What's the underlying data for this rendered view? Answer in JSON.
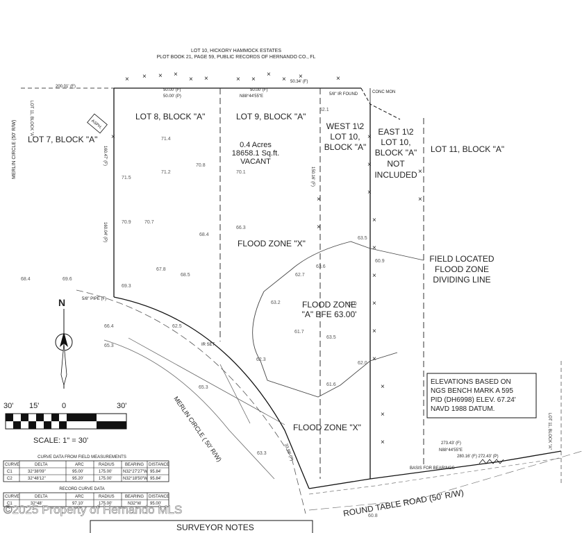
{
  "header": {
    "line1": "LOT 10, HICKORY HAMMOCK ESTATES",
    "line2": "PLOT BOOK 21, PAGE 59, PUBLIC RECORDS OF HERNANDO CO., FL"
  },
  "lots": {
    "lot7": "LOT 7, BLOCK \"A\"",
    "lot8": "LOT 8, BLOCK \"A\"",
    "lot9": "LOT 9, BLOCK \"A\"",
    "lot10_west": [
      "WEST 1\\2",
      "LOT 10,",
      "BLOCK \"A\""
    ],
    "lot10_east": [
      "EAST 1\\2",
      "LOT 10,",
      "BLOCK \"A\"",
      "NOT",
      "INCLUDED"
    ],
    "lot11": "LOT 11, BLOCK \"A\"",
    "lot11_left_vertical": "LOT 11, BLOCK \"A\"",
    "lot11_right_vertical": "LOT 11, BLOCK \"A\""
  },
  "parcel": {
    "acres": "0.4 Acres",
    "sqft": "18658.1 Sq.ft.",
    "status": "VACANT"
  },
  "flood": {
    "zone_x_north": "FLOOD ZONE \"X\"",
    "zone_a": [
      "FLOOD ZONE",
      "\"A\" BFE 63.00'"
    ],
    "zone_x_south": "FLOOD ZONE \"X\"",
    "dividing_note": [
      "FIELD LOCATED",
      "FLOOD ZONE",
      "DIVIDING LINE"
    ]
  },
  "elevation_note": [
    "ELEVATIONS BASED ON",
    "NGS BENCH MARK A 595",
    "PID (DH6998) ELEV. 67.24'",
    "NAVD 1988 DATUM."
  ],
  "roads": {
    "merlin_circle_vertical": "MERLIN CIRCLE (50' R/W)",
    "merlin_circle_diagonal": "MERLIN CIRCLE ( 50' R/W)",
    "round_table": "ROUND TABLE ROAD (50' R/W)"
  },
  "scale": {
    "ticks": [
      "30'",
      "15'",
      "0",
      "30'"
    ],
    "caption": "SCALE: 1\" = 30'"
  },
  "north_label": "N",
  "asphalt_label": "ASPH.",
  "curve_data_field": {
    "title": "CURVE DATA FROM FIELD MEASUREMENTS",
    "headers": [
      "CURVE",
      "DELTA",
      "ARC",
      "RADIUS",
      "BEARING",
      "DISTANCE"
    ],
    "rows": [
      [
        "C1",
        "32°38'09\"",
        "95.00'",
        "175.00'",
        "N32°27'27\"W",
        "95.84'"
      ],
      [
        "C2",
        "32°48'12\"",
        "95.20'",
        "175.00'",
        "N32°18'50\"W",
        "95.84'"
      ]
    ]
  },
  "curve_data_record": {
    "title": "RECORD CURVE DATA",
    "headers": [
      "CURVE",
      "DELTA",
      "ARC",
      "RADIUS",
      "BEARING",
      "DISTANCE"
    ],
    "rows": [
      [
        "C1",
        "32°48'",
        "97.10'",
        "175.00'",
        "N32°W",
        "95.00'"
      ]
    ]
  },
  "footer_box": "SURVEYOR NOTES",
  "watermark": "©2025 Property of Hernando MLS",
  "dims": {
    "top_left": "200.01' (F)",
    "top_lot8": "50.00' (F)",
    "top_lot8_p": "50.00' (P)",
    "top_lot9": "50.00' (F)",
    "top_lot10": "50.34' (F)",
    "bottom_right_f": "273.43' (F)",
    "bottom_right_p": "280.16' (F) 272.43' (P)",
    "bearings_note": "BASIS FOR BEARINGS",
    "bearing_top": "N88°44'55\"E",
    "bearing_bottom": "N88°44'55\"E",
    "left_vertical_1": "160.47' (F)",
    "left_vertical_2": "160.04' (P)",
    "west_vertical": "150.16' (F)",
    "frontage": "33.98' (P)",
    "pipe_found": "5/8\" PIPE (F)",
    "rebar_found": "5/8\" IR FOUND",
    "ir_set": "IR SET",
    "conc_mon": "CONC MON"
  },
  "elevations": [
    "71.4",
    "70.7",
    "71.5",
    "70.9",
    "71.2",
    "70.8",
    "70.1",
    "68.4",
    "66.3",
    "68.5",
    "67.8",
    "66.4",
    "65.3",
    "63.6",
    "62.7",
    "63.2",
    "61.7",
    "63.5",
    "62.3",
    "62.0",
    "61.6",
    "60.9",
    "62.0",
    "63.5",
    "65.3",
    "63.3",
    "68.4",
    "69.6",
    "69.3",
    "62.5",
    "62.1",
    "60.8"
  ]
}
